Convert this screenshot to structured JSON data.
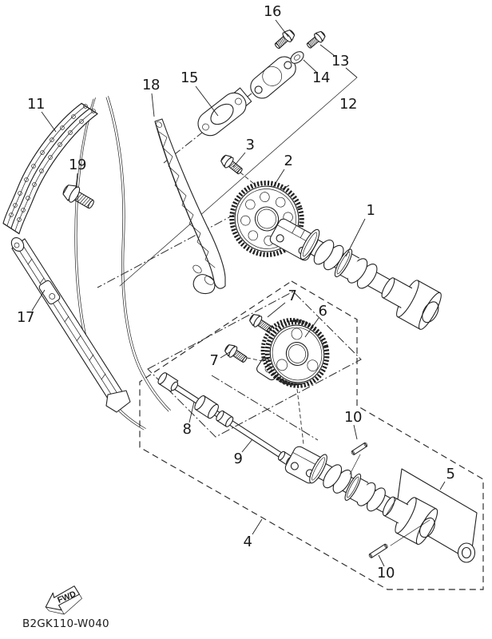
{
  "diagram": {
    "part_code": "B2GK110-W040",
    "fwd_label": "FWD"
  },
  "colors": {
    "line": "#222222",
    "background": "#ffffff"
  },
  "callouts": {
    "c1": "1",
    "c2": "2",
    "c3": "3",
    "c4": "4",
    "c5": "5",
    "c6": "6",
    "c7a": "7",
    "c7b": "7",
    "c8": "8",
    "c9": "9",
    "c10a": "10",
    "c10b": "10",
    "c11": "11",
    "c12": "12",
    "c13": "13",
    "c14": "14",
    "c15": "15",
    "c16": "16",
    "c17": "17",
    "c18": "18",
    "c19": "19"
  }
}
